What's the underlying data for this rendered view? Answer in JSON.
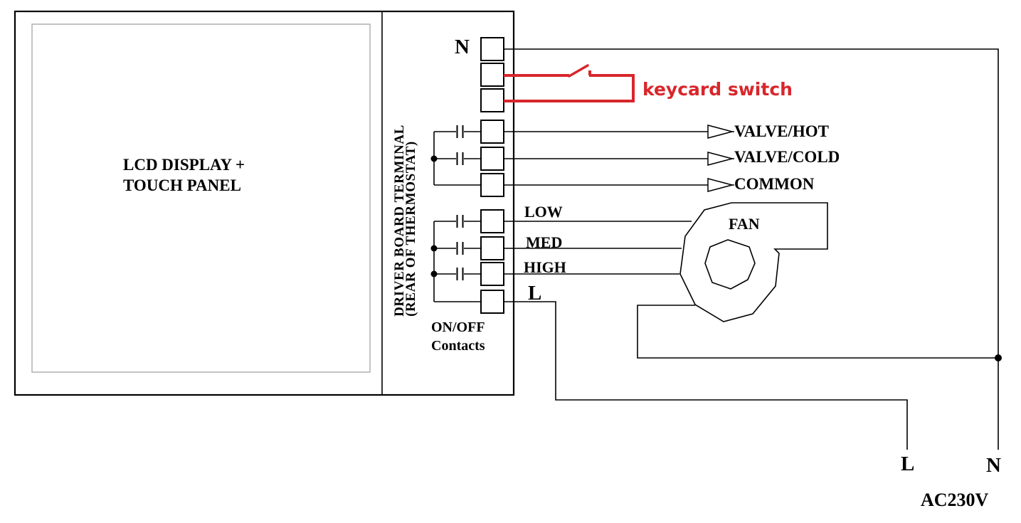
{
  "colors": {
    "wire": "#000000",
    "keycard_red": "#d8262b",
    "lcd_border": "#b0b0b0"
  },
  "thermostat": {
    "lcd_line1": "LCD DISPLAY +",
    "lcd_line2": "TOUCH PANEL",
    "strip_line1": "DRIVER BOARD TERMINAL",
    "strip_line2": "(REAR OF THERMOSTAT)",
    "terminal_n": "N",
    "terminal_l": "L",
    "onoff_line1": "ON/OFF",
    "onoff_line2": "Contacts"
  },
  "keycard": {
    "label": "keycard switch"
  },
  "outputs": {
    "valve_hot": "VALVE/HOT",
    "valve_cold": "VALVE/COLD",
    "common": "COMMON",
    "fan_low": "LOW",
    "fan_med": "MED",
    "fan_high": "HIGH",
    "fan": "FAN"
  },
  "supply": {
    "live": "L",
    "neutral": "N",
    "voltage": "AC230V"
  }
}
